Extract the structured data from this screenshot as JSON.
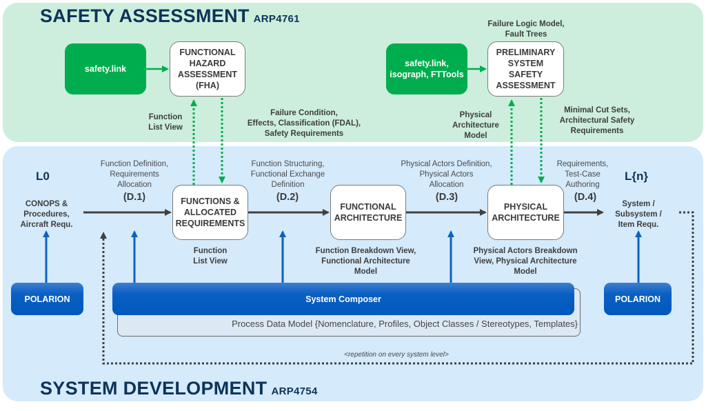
{
  "safety": {
    "title": "SAFETY ASSESSMENT",
    "standard": "ARP4761",
    "tools": [
      {
        "label_lines": [
          "safety.link"
        ]
      },
      {
        "label_lines": [
          "safety.link,",
          "isograph, FTTools"
        ]
      }
    ],
    "nodes": {
      "fha": [
        "FUNCTIONAL",
        "HAZARD",
        "ASSESSMENT",
        "(FHA)"
      ],
      "pssa": [
        "PRELIMINARY",
        "SYSTEM",
        "SAFETY",
        "ASSESSMENT"
      ]
    },
    "labels": {
      "pssa_output": [
        "Failure Logic Model,",
        "Fault Trees"
      ],
      "fha_input": [
        "Function",
        "List View"
      ],
      "fha_output": [
        "Failure Condition,",
        "Effects, Classification (FDAL),",
        "Safety Requirements"
      ],
      "pssa_input": [
        "Physical",
        "Architecture",
        "Model"
      ],
      "pssa_return": [
        "Minimal Cut Sets,",
        "Architectural Safety",
        "Requirements"
      ]
    }
  },
  "development": {
    "title": "SYSTEM DEVELOPMENT",
    "standard": "ARP4754",
    "levels": {
      "start": {
        "name": "L0",
        "label_lines": [
          "CONOPS &",
          "Procedures,",
          "Aircraft Requ."
        ]
      },
      "end": {
        "name": "L{n}",
        "label_lines": [
          "System /",
          "Subsystem /",
          "Item Requ."
        ]
      }
    },
    "nodes": {
      "functions": [
        "FUNCTIONS &",
        "ALLOCATED",
        "REQUIREMENTS"
      ],
      "functional_arch": [
        "FUNCTIONAL",
        "ARCHITECTURE"
      ],
      "physical_arch": [
        "PHYSICAL",
        "ARCHITECTURE"
      ]
    },
    "steps": [
      {
        "code": "(D.1)",
        "label_lines": [
          "Function Definition,",
          "Requirements",
          "Allocation"
        ]
      },
      {
        "code": "(D.2)",
        "label_lines": [
          "Function Structuring,",
          "Functional Exchange",
          "Definition"
        ]
      },
      {
        "code": "(D.3)",
        "label_lines": [
          "Physical Actors Definition,",
          "Physical Actors",
          "Allocation"
        ]
      },
      {
        "code": "(D.4)",
        "label_lines": [
          "Requirements,",
          "Test-Case",
          "Authoring"
        ]
      }
    ],
    "views": {
      "functions": [
        "Function",
        "List View"
      ],
      "functional_arch": [
        "Function Breakdown View,",
        "Functional Architecture",
        "Model"
      ],
      "physical_arch": [
        "Physical Actors Breakdown",
        "View, Physical Architecture",
        "Model"
      ]
    },
    "tools": {
      "polarion_left": "POLARION",
      "system_composer": "System Composer",
      "polarion_right": "POLARION",
      "process_data_model": "Process Data Model {Nomenclature, Profiles, Object Classes / Stereotypes, Templates}"
    },
    "repetition_note": "<repetition on every system level>"
  },
  "colors": {
    "safety_bg": "#cdeedc",
    "dev_bg": "#d5eafb",
    "title": "#0d3358",
    "green_tool": "#00ad4e",
    "blue_tool": "#0058bd",
    "flow_arrow": "#404040",
    "safety_link": "#00ad4e",
    "tool_link": "#0a62c4"
  }
}
